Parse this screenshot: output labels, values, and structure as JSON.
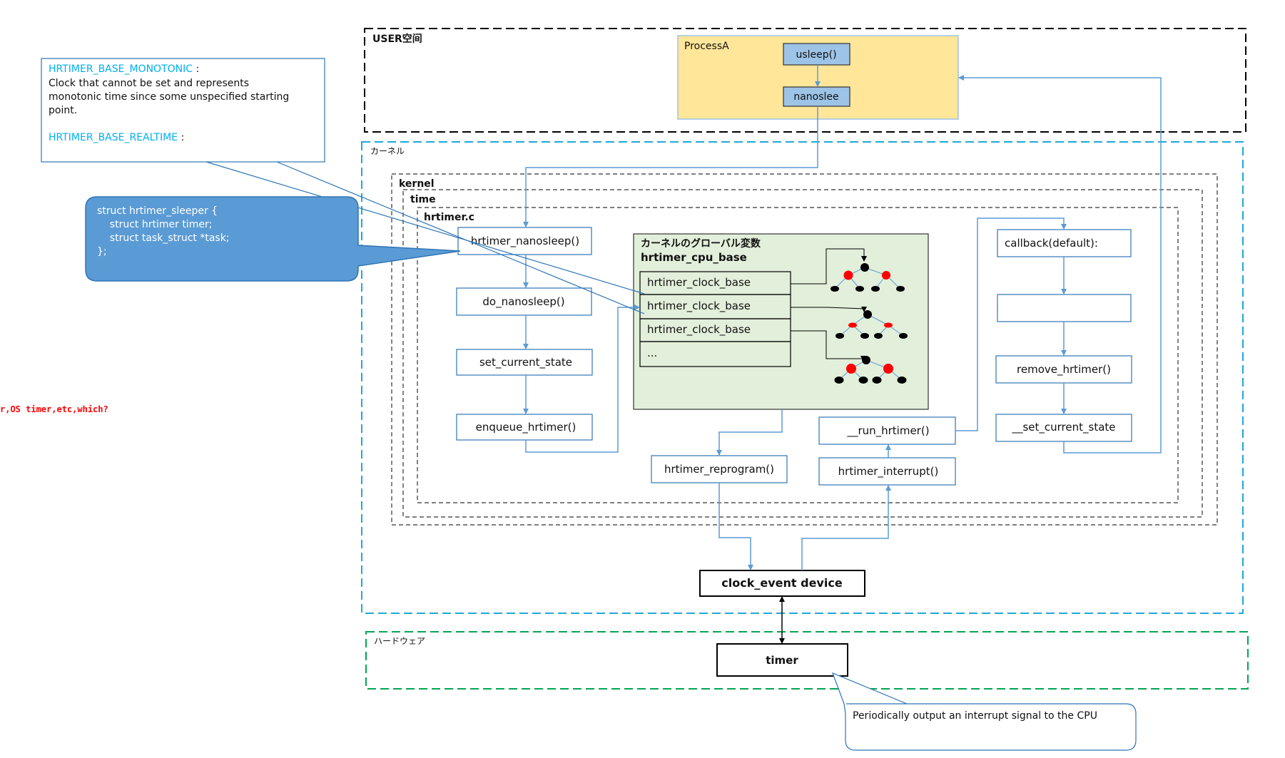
{
  "regions": {
    "user_space": "USER空间",
    "kernel_space": "カーネル",
    "hardware": "ハードウェア",
    "kernel": "kernel",
    "time": "time",
    "hrtimer_c": "hrtimer.c"
  },
  "process": {
    "label": "ProcessA",
    "usleep": "usleep()",
    "nanoslee": "nanoslee"
  },
  "flow": {
    "hrtimer_nanosleep": "hrtimer_nanosleep()",
    "do_nanosleep": "do_nanosleep()",
    "set_current_state": "set_current_state",
    "enqueue_hrtimer": "enqueue_hrtimer()",
    "hrtimer_reprogram": "hrtimer_reprogram()",
    "run_hrtimer": "__run_hrtimer()",
    "hrtimer_interrupt": "hrtimer_interrupt()",
    "callback": "callback(default):",
    "empty_box": "",
    "remove_hrtimer": "remove_hrtimer()",
    "set_current_state2": "__set_current_state",
    "clock_event_device": "clock_event device",
    "timer": "timer"
  },
  "cpu_base": {
    "heading": "カーネルのグローバル変数",
    "name": "hrtimer_cpu_base",
    "rows": [
      "hrtimer_clock_base",
      "hrtimer_clock_base",
      "hrtimer_clock_base",
      "..."
    ]
  },
  "notes": {
    "monotonic_title": "HRTIMER_BASE_MONOTONIC",
    "monotonic_colon": " :",
    "monotonic_lines": [
      "Clock that cannot be set and represents",
      "monotonic time since some unspecified starting",
      "point."
    ],
    "realtime_title": "HRTIMER_BASE_REALTIME",
    "realtime_colon": " :",
    "sleeper_lines": [
      "struct hrtimer_sleeper {",
      "    struct hrtimer timer;",
      "    struct task_struct *task;",
      "};"
    ],
    "red_note": "r,OS timer,etc,which?",
    "periodic": "Periodically output an interrupt signal to the CPU"
  },
  "colors": {
    "arrow_blue": "#5b9bd5",
    "box_blue_border": "#2e75b6",
    "process_fill": "#ffe699",
    "process_border": "#9dc3e6",
    "call_fill": "#9dc3e6",
    "cpu_fill": "#e2efda",
    "kernel_dash": "#1fa8d8",
    "hardware_dash": "#00a651",
    "callout_fill": "#5b9bd5",
    "note_title": "#00b0f0",
    "red": "#ff0000"
  }
}
